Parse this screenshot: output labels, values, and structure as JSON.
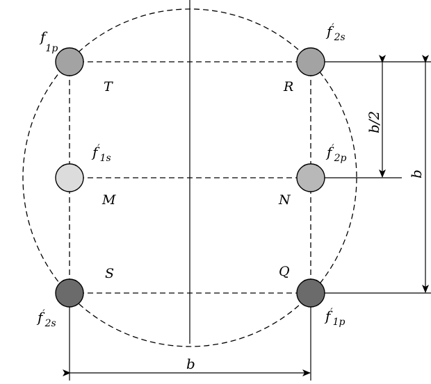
{
  "nodes": {
    "top_left": {
      "label": "f",
      "prime": "",
      "sub": "1p",
      "fill": "#a3a3a3"
    },
    "top_right": {
      "label": "f",
      "prime": "′",
      "sub": "2s",
      "fill": "#a3a3a3"
    },
    "mid_left": {
      "label": "f",
      "prime": "′",
      "sub": "1s",
      "fill": "#dcdcdc"
    },
    "mid_right": {
      "label": "f",
      "prime": "′",
      "sub": "2p",
      "fill": "#b8b8b8"
    },
    "bottom_left": {
      "label": "f",
      "prime": "′",
      "sub": "2s",
      "fill": "#6b6b6b"
    },
    "bottom_right": {
      "label": "f",
      "prime": "′",
      "sub": "1p",
      "fill": "#6b6b6b"
    }
  },
  "points": {
    "T": "T",
    "R": "R",
    "M": "M",
    "N": "N",
    "S": "S",
    "Q": "Q"
  },
  "dimensions": {
    "horizontal": "b",
    "vertical": "b",
    "half": "b/2"
  }
}
